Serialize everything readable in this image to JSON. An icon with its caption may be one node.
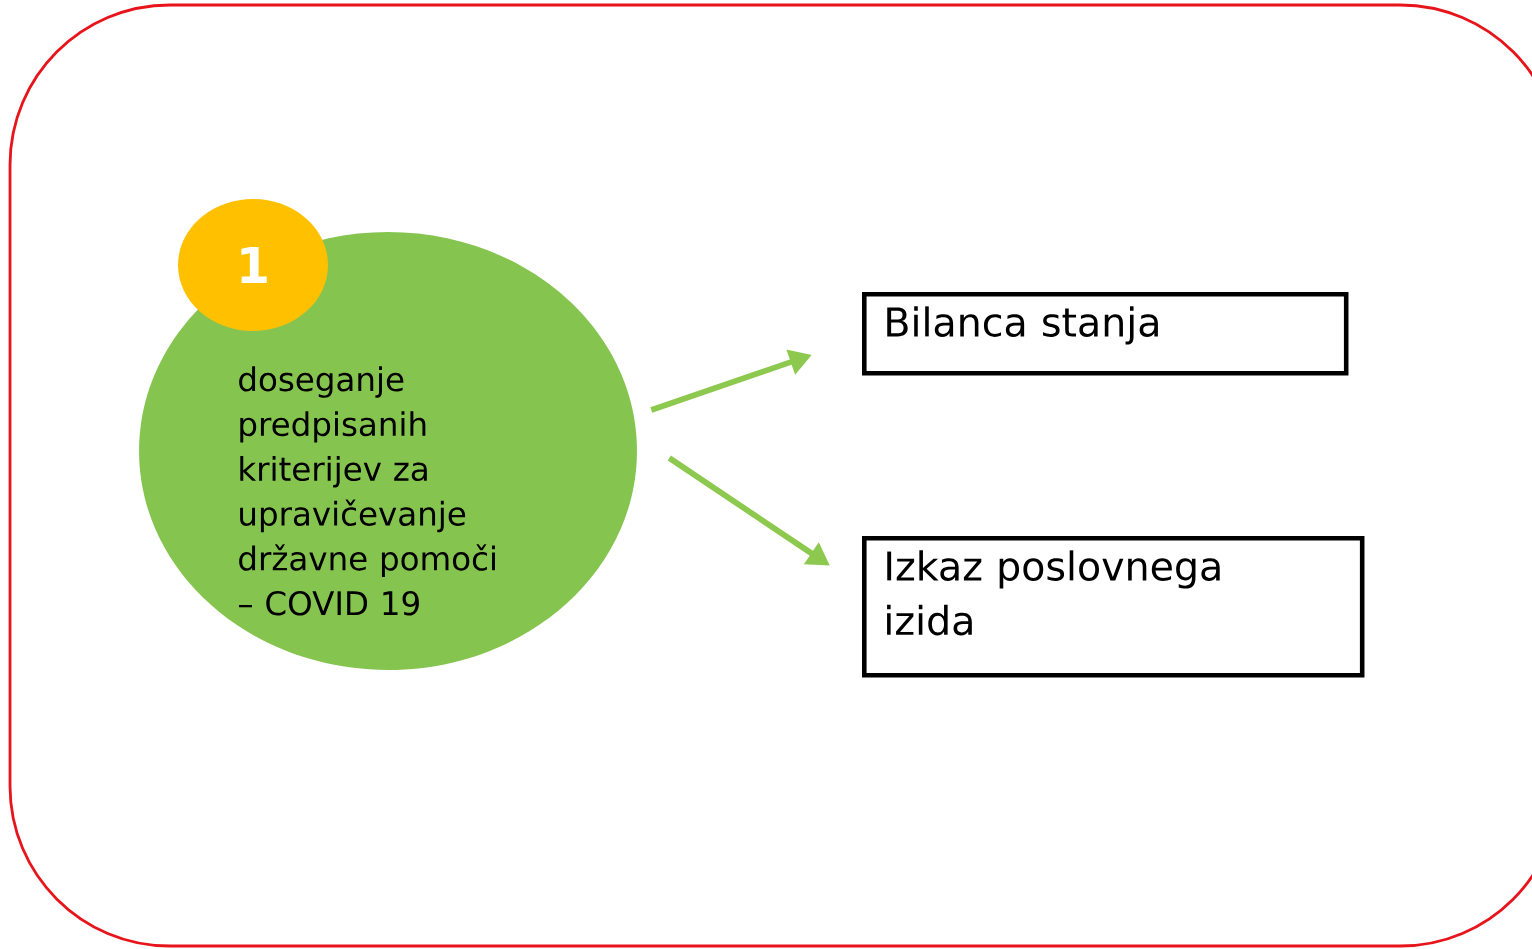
{
  "diagram": {
    "nodes": [
      {
        "text": [
          "1"
        ]
      },
      {
        "text": [
          "doseganje predpisanih kriterijev za upravičevanje državne pomoči – COVID 19"
        ]
      },
      {
        "text": [
          "Bilanca stanja"
        ]
      },
      {
        "text": [
          "Izkaz poslovnega izida"
        ]
      }
    ],
    "edges": [
      {
        "from": 1,
        "to": 2,
        "arrow": "to"
      },
      {
        "from": 1,
        "to": 3,
        "arrow": "to"
      }
    ]
  }
}
